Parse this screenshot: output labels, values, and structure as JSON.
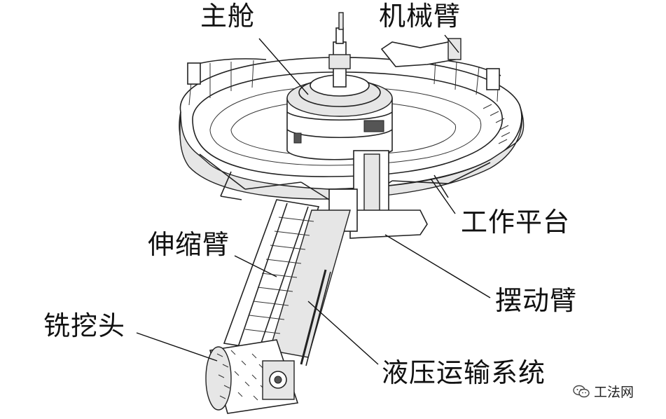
{
  "labels": {
    "main_cabin": "主舱",
    "robot_arm": "机械臂",
    "work_platform": "工作平台",
    "telescopic_arm": "伸缩臂",
    "swing_arm": "摆动臂",
    "milling_head": "铣挖头",
    "hydraulic_system": "液压运输系统"
  },
  "watermark": {
    "text": "工法网",
    "icon": "wechat-icon"
  }
}
